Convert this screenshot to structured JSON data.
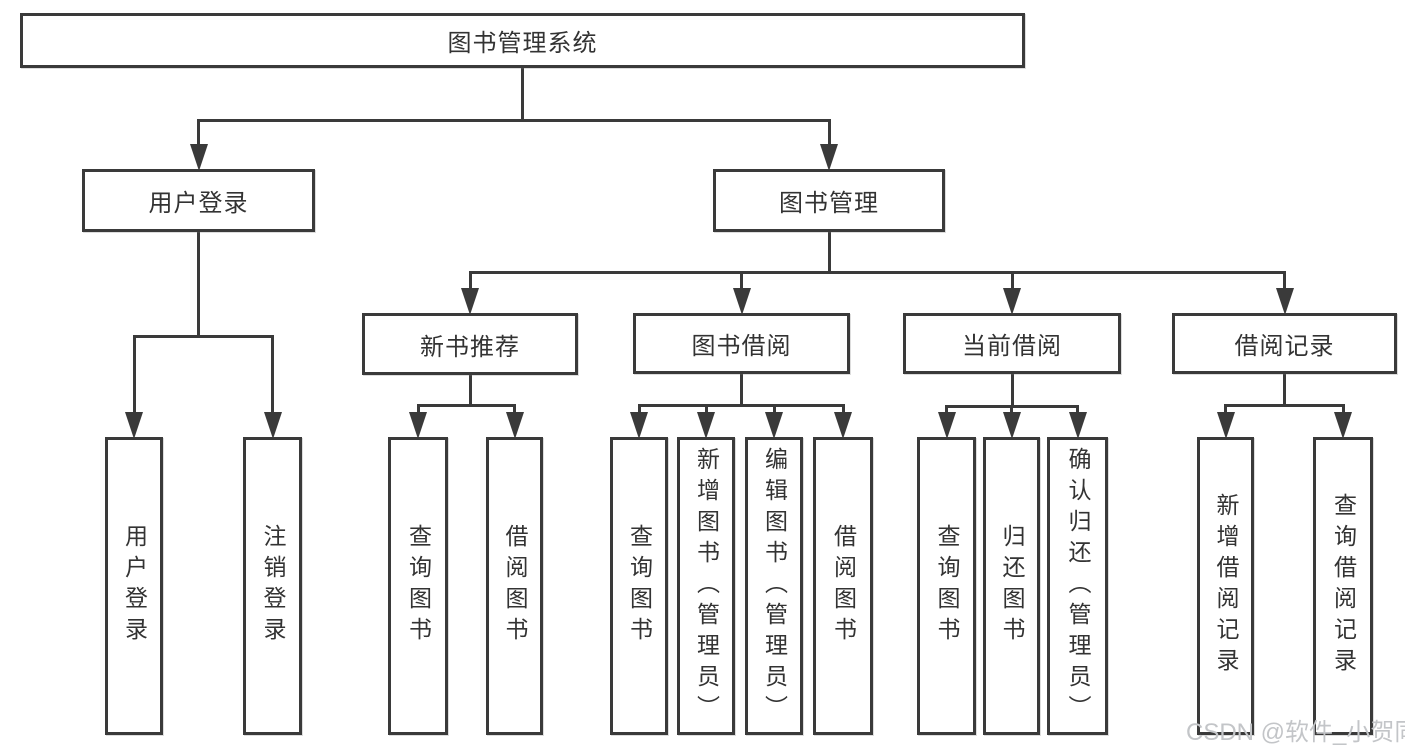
{
  "diagram": {
    "nodes": [
      {
        "id": "root",
        "label": "图书管理系统",
        "parent": null,
        "vertical": false
      },
      {
        "id": "user-login",
        "label": "用户登录",
        "parent": "root",
        "vertical": false
      },
      {
        "id": "book-mgmt",
        "label": "图书管理",
        "parent": "root",
        "vertical": false
      },
      {
        "id": "new-book-rec",
        "label": "新书推荐",
        "parent": "book-mgmt",
        "vertical": false
      },
      {
        "id": "book-borrow",
        "label": "图书借阅",
        "parent": "book-mgmt",
        "vertical": false
      },
      {
        "id": "current-borrow",
        "label": "当前借阅",
        "parent": "book-mgmt",
        "vertical": false
      },
      {
        "id": "borrow-record",
        "label": "借阅记录",
        "parent": "book-mgmt",
        "vertical": false
      },
      {
        "id": "user-login-op",
        "label": "用户登录",
        "parent": "user-login",
        "vertical": true
      },
      {
        "id": "logout-op",
        "label": "注销登录",
        "parent": "user-login",
        "vertical": true
      },
      {
        "id": "query-book-rec",
        "label": "查询图书",
        "parent": "new-book-rec",
        "vertical": true
      },
      {
        "id": "borrow-book-rec",
        "label": "借阅图书",
        "parent": "new-book-rec",
        "vertical": true
      },
      {
        "id": "query-book-borrow",
        "label": "查询图书",
        "parent": "book-borrow",
        "vertical": true
      },
      {
        "id": "add-book-admin",
        "label": "新增图书（管理员）",
        "parent": "book-borrow",
        "vertical": true
      },
      {
        "id": "edit-book-admin",
        "label": "编辑图书（管理员）",
        "parent": "book-borrow",
        "vertical": true
      },
      {
        "id": "borrow-book-op",
        "label": "借阅图书",
        "parent": "book-borrow",
        "vertical": true
      },
      {
        "id": "query-book-current",
        "label": "查询图书",
        "parent": "current-borrow",
        "vertical": true
      },
      {
        "id": "return-book",
        "label": "归还图书",
        "parent": "current-borrow",
        "vertical": true
      },
      {
        "id": "confirm-return-admin",
        "label": "确认归还（管理员）",
        "parent": "current-borrow",
        "vertical": true
      },
      {
        "id": "add-borrow-record",
        "label": "新增借阅记录",
        "parent": "borrow-record",
        "vertical": true
      },
      {
        "id": "query-borrow-record",
        "label": "查询借阅记录",
        "parent": "borrow-record",
        "vertical": true
      }
    ],
    "watermark": "CSDN @软件_小贺同学",
    "colors": {
      "line": "#3a3a3a",
      "text": "#333333",
      "box_background": "#ffffff",
      "watermark": "#c3c5c8"
    }
  }
}
